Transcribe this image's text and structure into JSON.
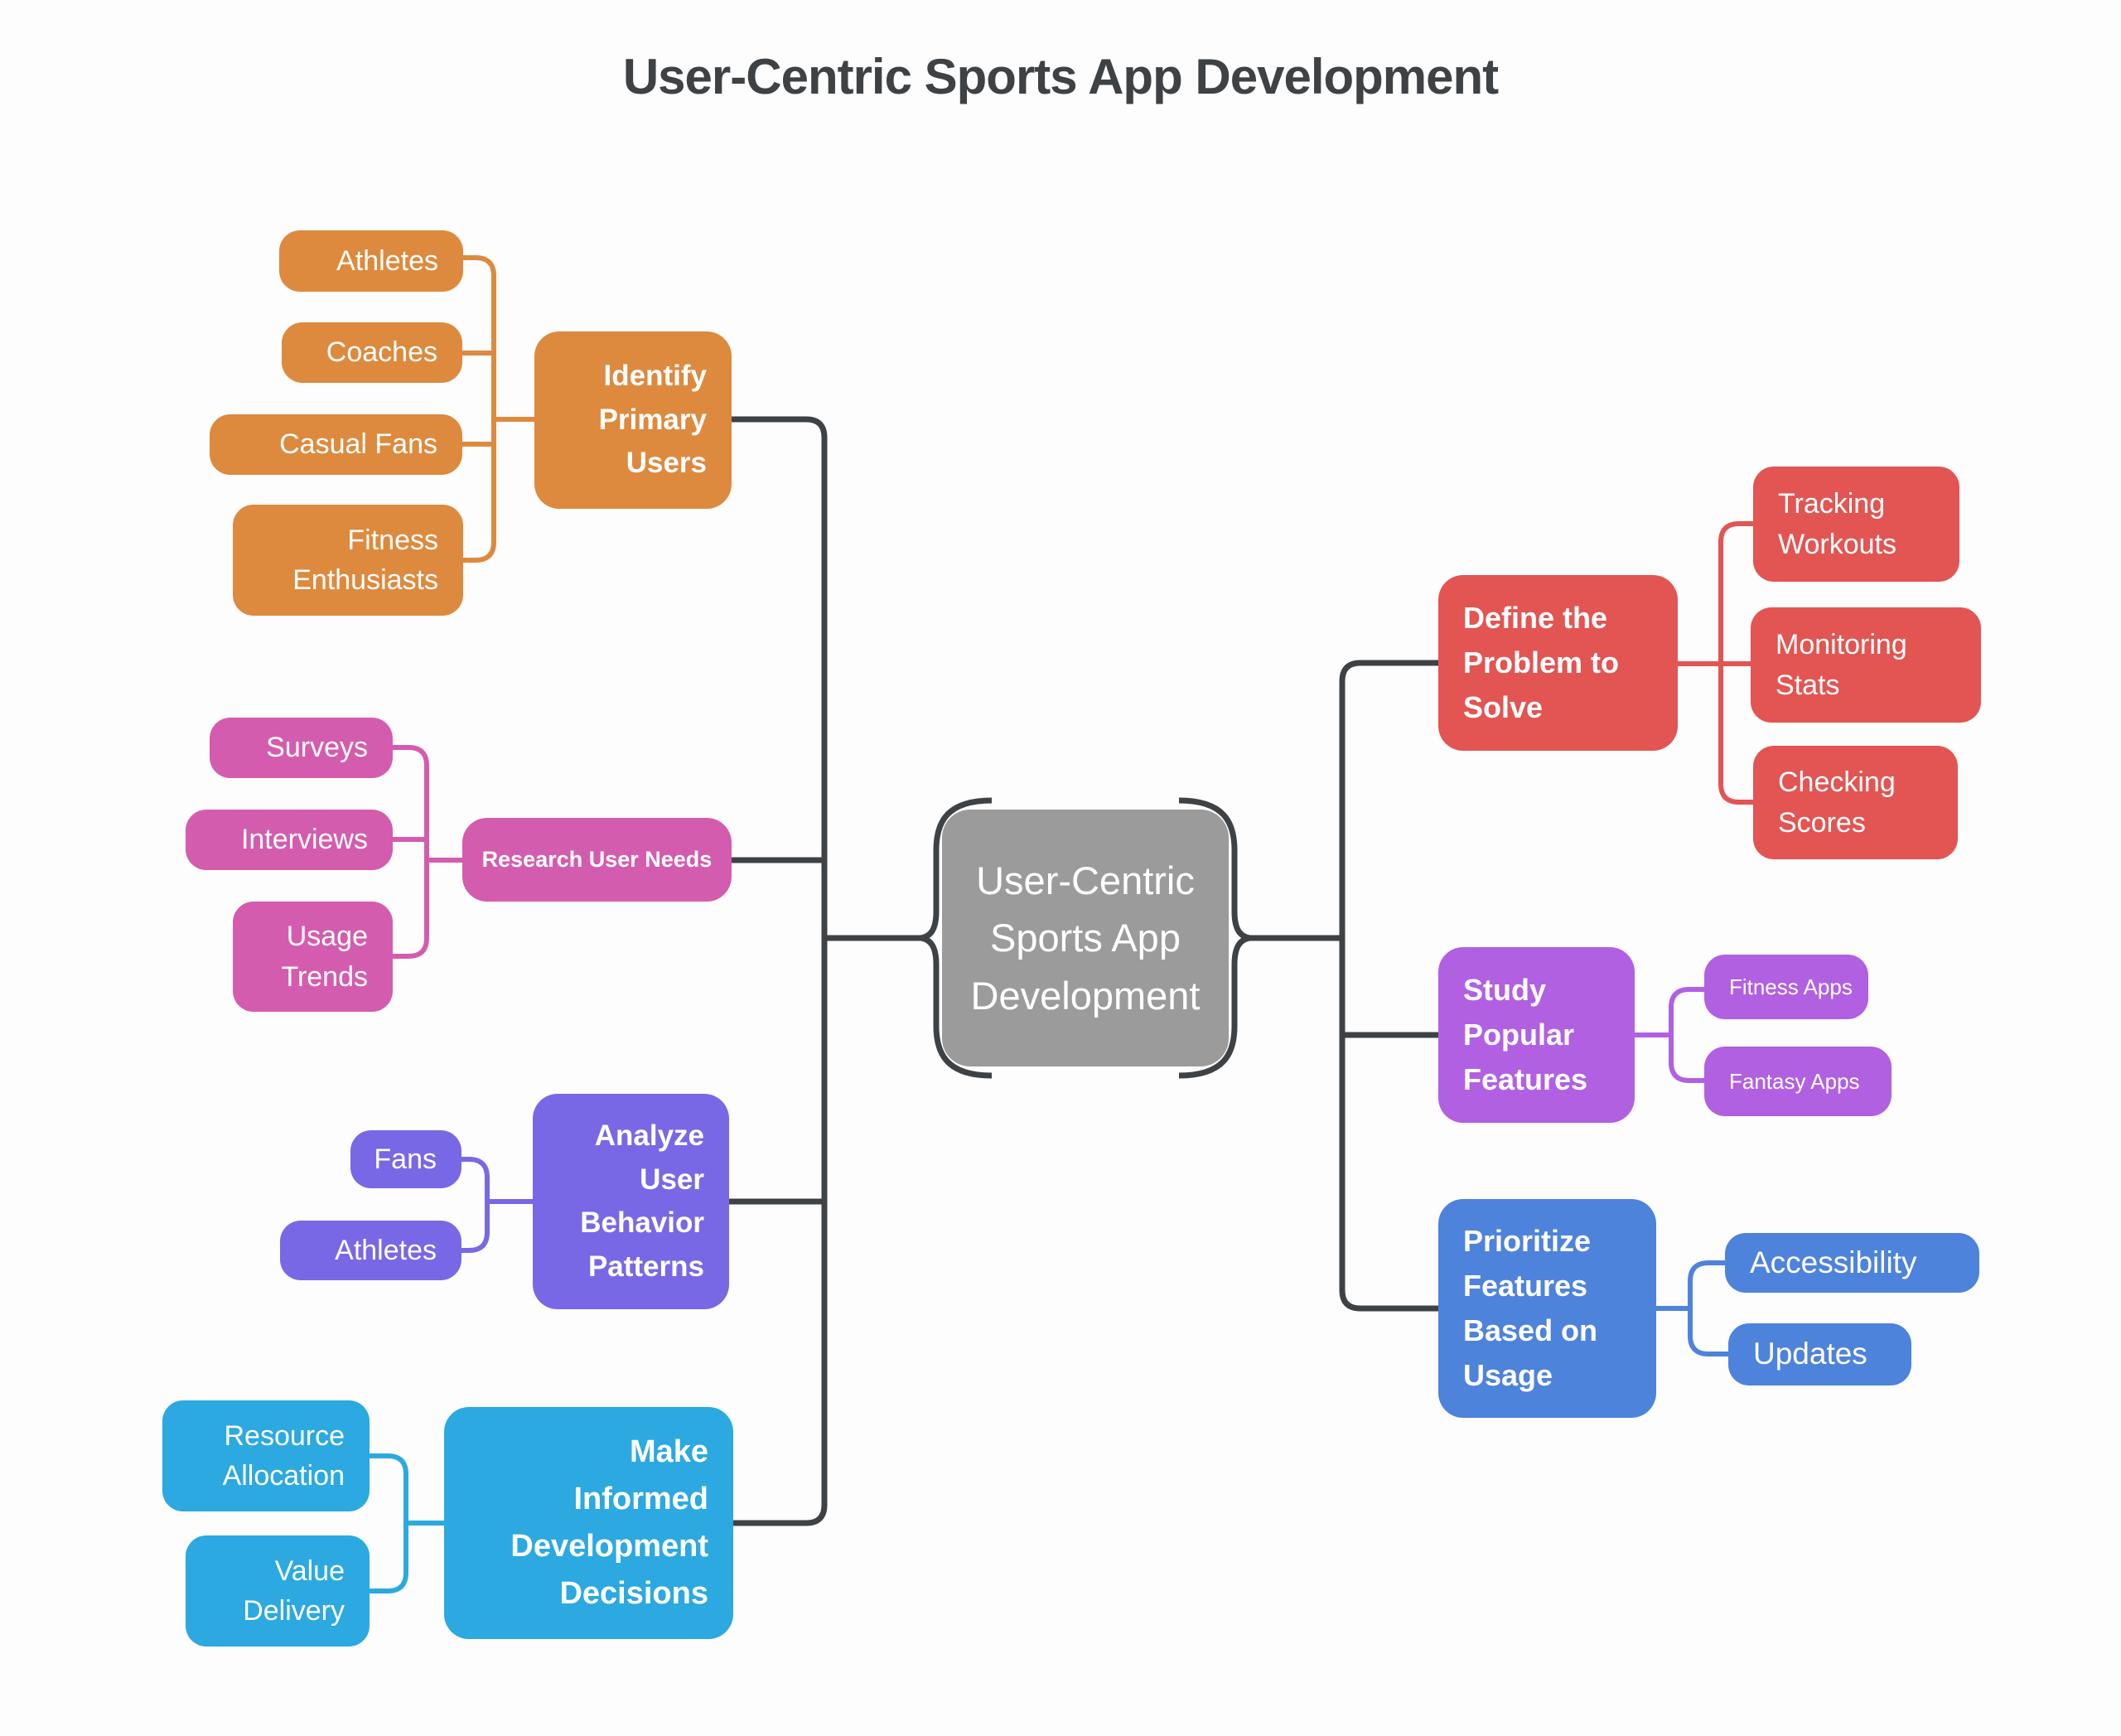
{
  "title": "User-Centric Sports App Development",
  "palette": {
    "background": "#fdfdfd",
    "title_text": "#3f4245",
    "connector_dark": "#3f4245",
    "node_text": "#ffffff",
    "central_gray": "#9b9b9b",
    "orange": "#dd8a3e",
    "pink": "#d45cae",
    "purple": "#7968e5",
    "cyan": "#2ba9e0",
    "red": "#e25552",
    "violet": "#b160e2",
    "blue": "#4e83db"
  },
  "center": {
    "label": "User-Centric\nSports App\nDevelopment"
  },
  "branches": [
    {
      "id": "identify-primary-users",
      "label": "Identify\nPrimary\nUsers",
      "side": "left",
      "color": "#dd8a3e",
      "children": [
        {
          "label": "Athletes"
        },
        {
          "label": "Coaches"
        },
        {
          "label": "Casual Fans"
        },
        {
          "label": "Fitness\nEnthusiasts"
        }
      ]
    },
    {
      "id": "research-user-needs",
      "label": "Research User Needs",
      "side": "left",
      "color": "#d45cae",
      "children": [
        {
          "label": "Surveys"
        },
        {
          "label": "Interviews"
        },
        {
          "label": "Usage\nTrends"
        }
      ]
    },
    {
      "id": "analyze-user-behavior-patterns",
      "label": "Analyze\nUser\nBehavior\nPatterns",
      "side": "left",
      "color": "#7968e5",
      "children": [
        {
          "label": "Fans"
        },
        {
          "label": "Athletes"
        }
      ]
    },
    {
      "id": "make-informed-development-decisions",
      "label": "Make\nInformed\nDevelopment\nDecisions",
      "side": "left",
      "color": "#2ba9e0",
      "children": [
        {
          "label": "Resource\nAllocation"
        },
        {
          "label": "Value\nDelivery"
        }
      ]
    },
    {
      "id": "define-the-problem-to-solve",
      "label": "Define the\nProblem to\nSolve",
      "side": "right",
      "color": "#e25552",
      "children": [
        {
          "label": "Tracking\nWorkouts"
        },
        {
          "label": "Monitoring\nStats"
        },
        {
          "label": "Checking\nScores"
        }
      ]
    },
    {
      "id": "study-popular-features",
      "label": "Study\nPopular\nFeatures",
      "side": "right",
      "color": "#b160e2",
      "children": [
        {
          "label": "Fitness Apps"
        },
        {
          "label": "Fantasy Apps"
        }
      ]
    },
    {
      "id": "prioritize-features-based-on-usage",
      "label": "Prioritize\nFeatures\nBased on\nUsage",
      "side": "right",
      "color": "#4e83db",
      "children": [
        {
          "label": "Accessibility"
        },
        {
          "label": "Updates"
        }
      ]
    }
  ]
}
